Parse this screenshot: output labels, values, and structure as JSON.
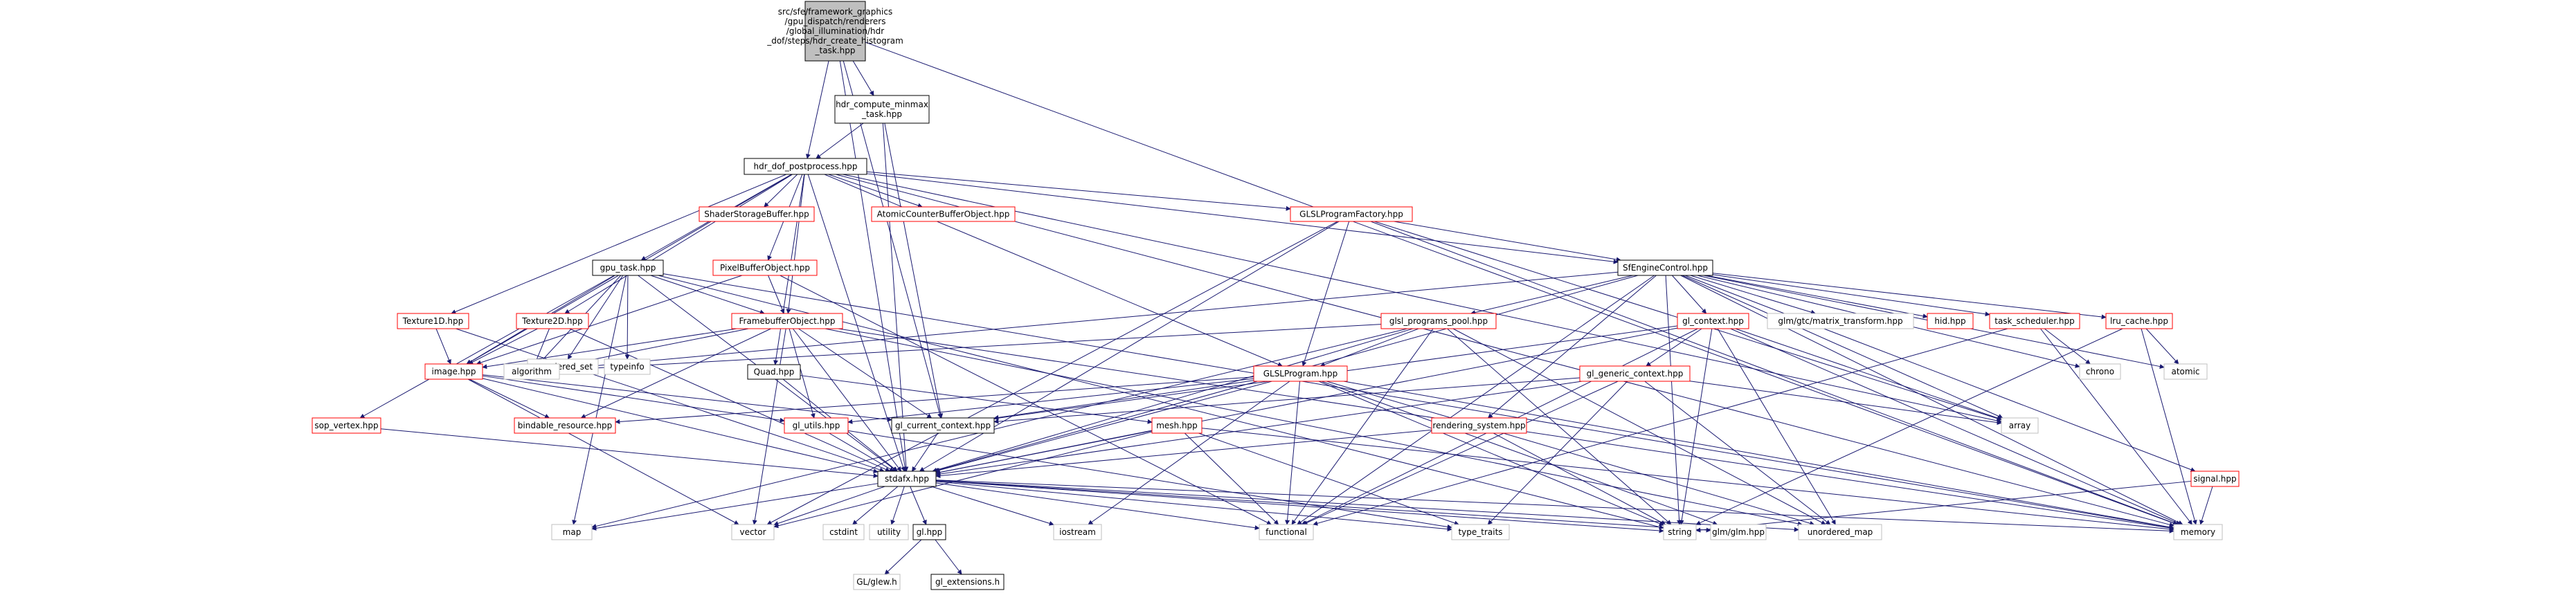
{
  "colors": {
    "edge": "#191970",
    "root_fill": "#bfbfbf",
    "root_border": "#000000",
    "linked_border": "#000000",
    "red_border": "#ff0000",
    "plain_text": "#000000"
  },
  "nodes": [
    {
      "id": "root",
      "lines": [
        "src/sfe/framework_graphics",
        "/gpu_dispatch/renderers",
        "/global_illumination/hdr",
        "_dof/steps/hdr_create_histogram",
        "_task.hpp"
      ],
      "style": "root"
    },
    {
      "id": "hdr_compute_minmax",
      "lines": [
        "hdr_compute_minmax",
        "_task.hpp"
      ],
      "style": "linked"
    },
    {
      "id": "hdr_dof_postprocess",
      "lines": [
        "hdr_dof_postprocess.hpp"
      ],
      "style": "linked"
    },
    {
      "id": "gpu_task",
      "lines": [
        "gpu_task.hpp"
      ],
      "style": "linked"
    },
    {
      "id": "ShaderStorageBuffer",
      "lines": [
        "ShaderStorageBuffer.hpp"
      ],
      "style": "red"
    },
    {
      "id": "AtomicCounterBufferObject",
      "lines": [
        "AtomicCounterBufferObject.hpp"
      ],
      "style": "red"
    },
    {
      "id": "GLSLProgramFactory",
      "lines": [
        "GLSLProgramFactory.hpp"
      ],
      "style": "red"
    },
    {
      "id": "PixelBufferObject",
      "lines": [
        "PixelBufferObject.hpp"
      ],
      "style": "red"
    },
    {
      "id": "SfEngineControl",
      "lines": [
        "SfEngineControl.hpp"
      ],
      "style": "linked"
    },
    {
      "id": "Texture1D",
      "lines": [
        "Texture1D.hpp"
      ],
      "style": "red"
    },
    {
      "id": "Texture2D",
      "lines": [
        "Texture2D.hpp"
      ],
      "style": "red"
    },
    {
      "id": "FramebufferObject",
      "lines": [
        "FramebufferObject.hpp"
      ],
      "style": "red"
    },
    {
      "id": "unordered_set",
      "lines": [
        "unordered_set"
      ],
      "style": "plain"
    },
    {
      "id": "typeinfo",
      "lines": [
        "typeinfo"
      ],
      "style": "plain"
    },
    {
      "id": "image",
      "lines": [
        "image.hpp"
      ],
      "style": "red"
    },
    {
      "id": "algorithm",
      "lines": [
        "algorithm"
      ],
      "style": "plain"
    },
    {
      "id": "Quad",
      "lines": [
        "Quad.hpp"
      ],
      "style": "linked"
    },
    {
      "id": "glsl_programs_pool",
      "lines": [
        "glsl_programs_pool.hpp"
      ],
      "style": "red"
    },
    {
      "id": "gl_context",
      "lines": [
        "gl_context.hpp"
      ],
      "style": "red"
    },
    {
      "id": "glm_matrix_transform",
      "lines": [
        "glm/gtc/matrix_transform.hpp"
      ],
      "style": "plain"
    },
    {
      "id": "hid",
      "lines": [
        "hid.hpp"
      ],
      "style": "red"
    },
    {
      "id": "task_scheduler",
      "lines": [
        "task_scheduler.hpp"
      ],
      "style": "red"
    },
    {
      "id": "lru_cache",
      "lines": [
        "lru_cache.hpp"
      ],
      "style": "red"
    },
    {
      "id": "chrono",
      "lines": [
        "chrono"
      ],
      "style": "plain"
    },
    {
      "id": "atomic",
      "lines": [
        "atomic"
      ],
      "style": "plain"
    },
    {
      "id": "GLSLProgram",
      "lines": [
        "GLSLProgram.hpp"
      ],
      "style": "red"
    },
    {
      "id": "gl_generic_context",
      "lines": [
        "gl_generic_context.hpp"
      ],
      "style": "red"
    },
    {
      "id": "array",
      "lines": [
        "array"
      ],
      "style": "plain"
    },
    {
      "id": "sop_vertex",
      "lines": [
        "sop_vertex.hpp"
      ],
      "style": "red"
    },
    {
      "id": "bindable_resource",
      "lines": [
        "bindable_resource.hpp"
      ],
      "style": "red"
    },
    {
      "id": "gl_utils",
      "lines": [
        "gl_utils.hpp"
      ],
      "style": "red"
    },
    {
      "id": "gl_current_context",
      "lines": [
        "gl_current_context.hpp"
      ],
      "style": "linked"
    },
    {
      "id": "mesh",
      "lines": [
        "mesh.hpp"
      ],
      "style": "red"
    },
    {
      "id": "rendering_system",
      "lines": [
        "rendering_system.hpp"
      ],
      "style": "red"
    },
    {
      "id": "signal",
      "lines": [
        "signal.hpp"
      ],
      "style": "red"
    },
    {
      "id": "stdafx",
      "lines": [
        "stdafx.hpp"
      ],
      "style": "linked"
    },
    {
      "id": "map",
      "lines": [
        "map"
      ],
      "style": "plain"
    },
    {
      "id": "vector",
      "lines": [
        "vector"
      ],
      "style": "plain"
    },
    {
      "id": "cstdint",
      "lines": [
        "cstdint"
      ],
      "style": "plain"
    },
    {
      "id": "utility",
      "lines": [
        "utility"
      ],
      "style": "plain"
    },
    {
      "id": "gl",
      "lines": [
        "gl.hpp"
      ],
      "style": "linked"
    },
    {
      "id": "iostream",
      "lines": [
        "iostream"
      ],
      "style": "plain"
    },
    {
      "id": "functional",
      "lines": [
        "functional"
      ],
      "style": "plain"
    },
    {
      "id": "type_traits",
      "lines": [
        "type_traits"
      ],
      "style": "plain"
    },
    {
      "id": "string",
      "lines": [
        "string"
      ],
      "style": "plain"
    },
    {
      "id": "glm",
      "lines": [
        "glm/glm.hpp"
      ],
      "style": "plain"
    },
    {
      "id": "unordered_map",
      "lines": [
        "unordered_map"
      ],
      "style": "plain"
    },
    {
      "id": "memory",
      "lines": [
        "memory"
      ],
      "style": "plain"
    },
    {
      "id": "glew",
      "lines": [
        "GL/glew.h"
      ],
      "style": "plain"
    },
    {
      "id": "gl_extensions",
      "lines": [
        "gl_extensions.h"
      ],
      "style": "linked"
    }
  ],
  "edges": [
    [
      "root",
      "hdr_compute_minmax"
    ],
    [
      "root",
      "hdr_dof_postprocess"
    ],
    [
      "root",
      "gl_current_context"
    ],
    [
      "root",
      "stdafx"
    ],
    [
      "root",
      "memory"
    ],
    [
      "hdr_compute_minmax",
      "hdr_dof_postprocess"
    ],
    [
      "hdr_compute_minmax",
      "gl_current_context"
    ],
    [
      "hdr_compute_minmax",
      "stdafx"
    ],
    [
      "hdr_dof_postprocess",
      "gpu_task"
    ],
    [
      "hdr_dof_postprocess",
      "ShaderStorageBuffer"
    ],
    [
      "hdr_dof_postprocess",
      "AtomicCounterBufferObject"
    ],
    [
      "hdr_dof_postprocess",
      "GLSLProgramFactory"
    ],
    [
      "hdr_dof_postprocess",
      "PixelBufferObject"
    ],
    [
      "hdr_dof_postprocess",
      "SfEngineControl"
    ],
    [
      "hdr_dof_postprocess",
      "Texture1D"
    ],
    [
      "hdr_dof_postprocess",
      "Texture2D"
    ],
    [
      "hdr_dof_postprocess",
      "FramebufferObject"
    ],
    [
      "hdr_dof_postprocess",
      "Quad"
    ],
    [
      "hdr_dof_postprocess",
      "GLSLProgram"
    ],
    [
      "hdr_dof_postprocess",
      "stdafx"
    ],
    [
      "hdr_dof_postprocess",
      "array"
    ],
    [
      "hdr_dof_postprocess",
      "memory"
    ],
    [
      "hdr_dof_postprocess",
      "image"
    ],
    [
      "gpu_task",
      "unordered_set"
    ],
    [
      "gpu_task",
      "typeinfo"
    ],
    [
      "gpu_task",
      "FramebufferObject"
    ],
    [
      "gpu_task",
      "image"
    ],
    [
      "gpu_task",
      "algorithm"
    ],
    [
      "gpu_task",
      "stdafx"
    ],
    [
      "gpu_task",
      "map"
    ],
    [
      "gpu_task",
      "sop_vertex"
    ],
    [
      "gpu_task",
      "string"
    ],
    [
      "gpu_task",
      "memory"
    ],
    [
      "GLSLProgramFactory",
      "SfEngineControl"
    ],
    [
      "GLSLProgramFactory",
      "GLSLProgram"
    ],
    [
      "GLSLProgramFactory",
      "stdafx"
    ],
    [
      "GLSLProgramFactory",
      "vector"
    ],
    [
      "GLSLProgramFactory",
      "array"
    ],
    [
      "GLSLProgramFactory",
      "memory"
    ],
    [
      "PixelBufferObject",
      "FramebufferObject"
    ],
    [
      "PixelBufferObject",
      "image"
    ],
    [
      "PixelBufferObject",
      "functional"
    ],
    [
      "SfEngineControl",
      "glsl_programs_pool"
    ],
    [
      "SfEngineControl",
      "gl_context"
    ],
    [
      "SfEngineControl",
      "glm_matrix_transform"
    ],
    [
      "SfEngineControl",
      "hid"
    ],
    [
      "SfEngineControl",
      "task_scheduler"
    ],
    [
      "SfEngineControl",
      "lru_cache"
    ],
    [
      "SfEngineControl",
      "chrono"
    ],
    [
      "SfEngineControl",
      "atomic"
    ],
    [
      "SfEngineControl",
      "rendering_system"
    ],
    [
      "SfEngineControl",
      "signal"
    ],
    [
      "SfEngineControl",
      "stdafx"
    ],
    [
      "SfEngineControl",
      "functional"
    ],
    [
      "SfEngineControl",
      "string"
    ],
    [
      "SfEngineControl",
      "memory"
    ],
    [
      "SfEngineControl",
      "array"
    ],
    [
      "SfEngineControl",
      "algorithm"
    ],
    [
      "Texture1D",
      "image"
    ],
    [
      "Texture1D",
      "stdafx"
    ],
    [
      "Texture2D",
      "image"
    ],
    [
      "Texture2D",
      "algorithm"
    ],
    [
      "Texture2D",
      "stdafx"
    ],
    [
      "FramebufferObject",
      "image"
    ],
    [
      "FramebufferObject",
      "algorithm"
    ],
    [
      "FramebufferObject",
      "bindable_resource"
    ],
    [
      "FramebufferObject",
      "gl_utils"
    ],
    [
      "FramebufferObject",
      "gl_current_context"
    ],
    [
      "FramebufferObject",
      "stdafx"
    ],
    [
      "FramebufferObject",
      "unordered_map"
    ],
    [
      "FramebufferObject",
      "vector"
    ],
    [
      "FramebufferObject",
      "memory"
    ],
    [
      "image",
      "bindable_resource"
    ],
    [
      "image",
      "gl_utils"
    ],
    [
      "image",
      "gl_current_context"
    ],
    [
      "image",
      "stdafx"
    ],
    [
      "image",
      "vector"
    ],
    [
      "Quad",
      "mesh"
    ],
    [
      "Quad",
      "stdafx"
    ],
    [
      "glsl_programs_pool",
      "GLSLProgram"
    ],
    [
      "glsl_programs_pool",
      "stdafx"
    ],
    [
      "glsl_programs_pool",
      "functional"
    ],
    [
      "glsl_programs_pool",
      "string"
    ],
    [
      "glsl_programs_pool",
      "unordered_map"
    ],
    [
      "glsl_programs_pool",
      "map"
    ],
    [
      "glsl_programs_pool",
      "algorithm"
    ],
    [
      "gl_context",
      "gl_generic_context"
    ],
    [
      "gl_context",
      "stdafx"
    ],
    [
      "gl_context",
      "array"
    ],
    [
      "gl_context",
      "functional"
    ],
    [
      "gl_context",
      "string"
    ],
    [
      "gl_context",
      "memory"
    ],
    [
      "gl_context",
      "unordered_map"
    ],
    [
      "gl_context",
      "gl_current_context"
    ],
    [
      "task_scheduler",
      "chrono"
    ],
    [
      "task_scheduler",
      "functional"
    ],
    [
      "task_scheduler",
      "memory"
    ],
    [
      "lru_cache",
      "atomic"
    ],
    [
      "lru_cache",
      "memory"
    ],
    [
      "lru_cache",
      "string"
    ],
    [
      "GLSLProgram",
      "gl_current_context"
    ],
    [
      "GLSLProgram",
      "bindable_resource"
    ],
    [
      "GLSLProgram",
      "gl_utils"
    ],
    [
      "GLSLProgram",
      "stdafx"
    ],
    [
      "GLSLProgram",
      "functional"
    ],
    [
      "GLSLProgram",
      "string"
    ],
    [
      "GLSLProgram",
      "glm"
    ],
    [
      "GLSLProgram",
      "unordered_map"
    ],
    [
      "GLSLProgram",
      "iostream"
    ],
    [
      "GLSLProgram",
      "memory"
    ],
    [
      "gl_generic_context",
      "gl_current_context"
    ],
    [
      "gl_generic_context",
      "array"
    ],
    [
      "gl_generic_context",
      "stdafx"
    ],
    [
      "gl_generic_context",
      "type_traits"
    ],
    [
      "gl_generic_context",
      "functional"
    ],
    [
      "gl_generic_context",
      "unordered_map"
    ],
    [
      "sop_vertex",
      "stdafx"
    ],
    [
      "gl_utils",
      "stdafx"
    ],
    [
      "gl_utils",
      "type_traits"
    ],
    [
      "gl_current_context",
      "stdafx"
    ],
    [
      "mesh",
      "stdafx"
    ],
    [
      "mesh",
      "vector"
    ],
    [
      "mesh",
      "functional"
    ],
    [
      "mesh",
      "type_traits"
    ],
    [
      "mesh",
      "memory"
    ],
    [
      "rendering_system",
      "stdafx"
    ],
    [
      "rendering_system",
      "string"
    ],
    [
      "signal",
      "memory"
    ],
    [
      "signal",
      "string"
    ],
    [
      "stdafx",
      "map"
    ],
    [
      "stdafx",
      "vector"
    ],
    [
      "stdafx",
      "cstdint"
    ],
    [
      "stdafx",
      "utility"
    ],
    [
      "stdafx",
      "gl"
    ],
    [
      "stdafx",
      "iostream"
    ],
    [
      "stdafx",
      "functional"
    ],
    [
      "stdafx",
      "type_traits"
    ],
    [
      "stdafx",
      "string"
    ],
    [
      "stdafx",
      "glm"
    ],
    [
      "stdafx",
      "unordered_map"
    ],
    [
      "stdafx",
      "memory"
    ],
    [
      "gl",
      "glew"
    ],
    [
      "gl",
      "gl_extensions"
    ]
  ]
}
